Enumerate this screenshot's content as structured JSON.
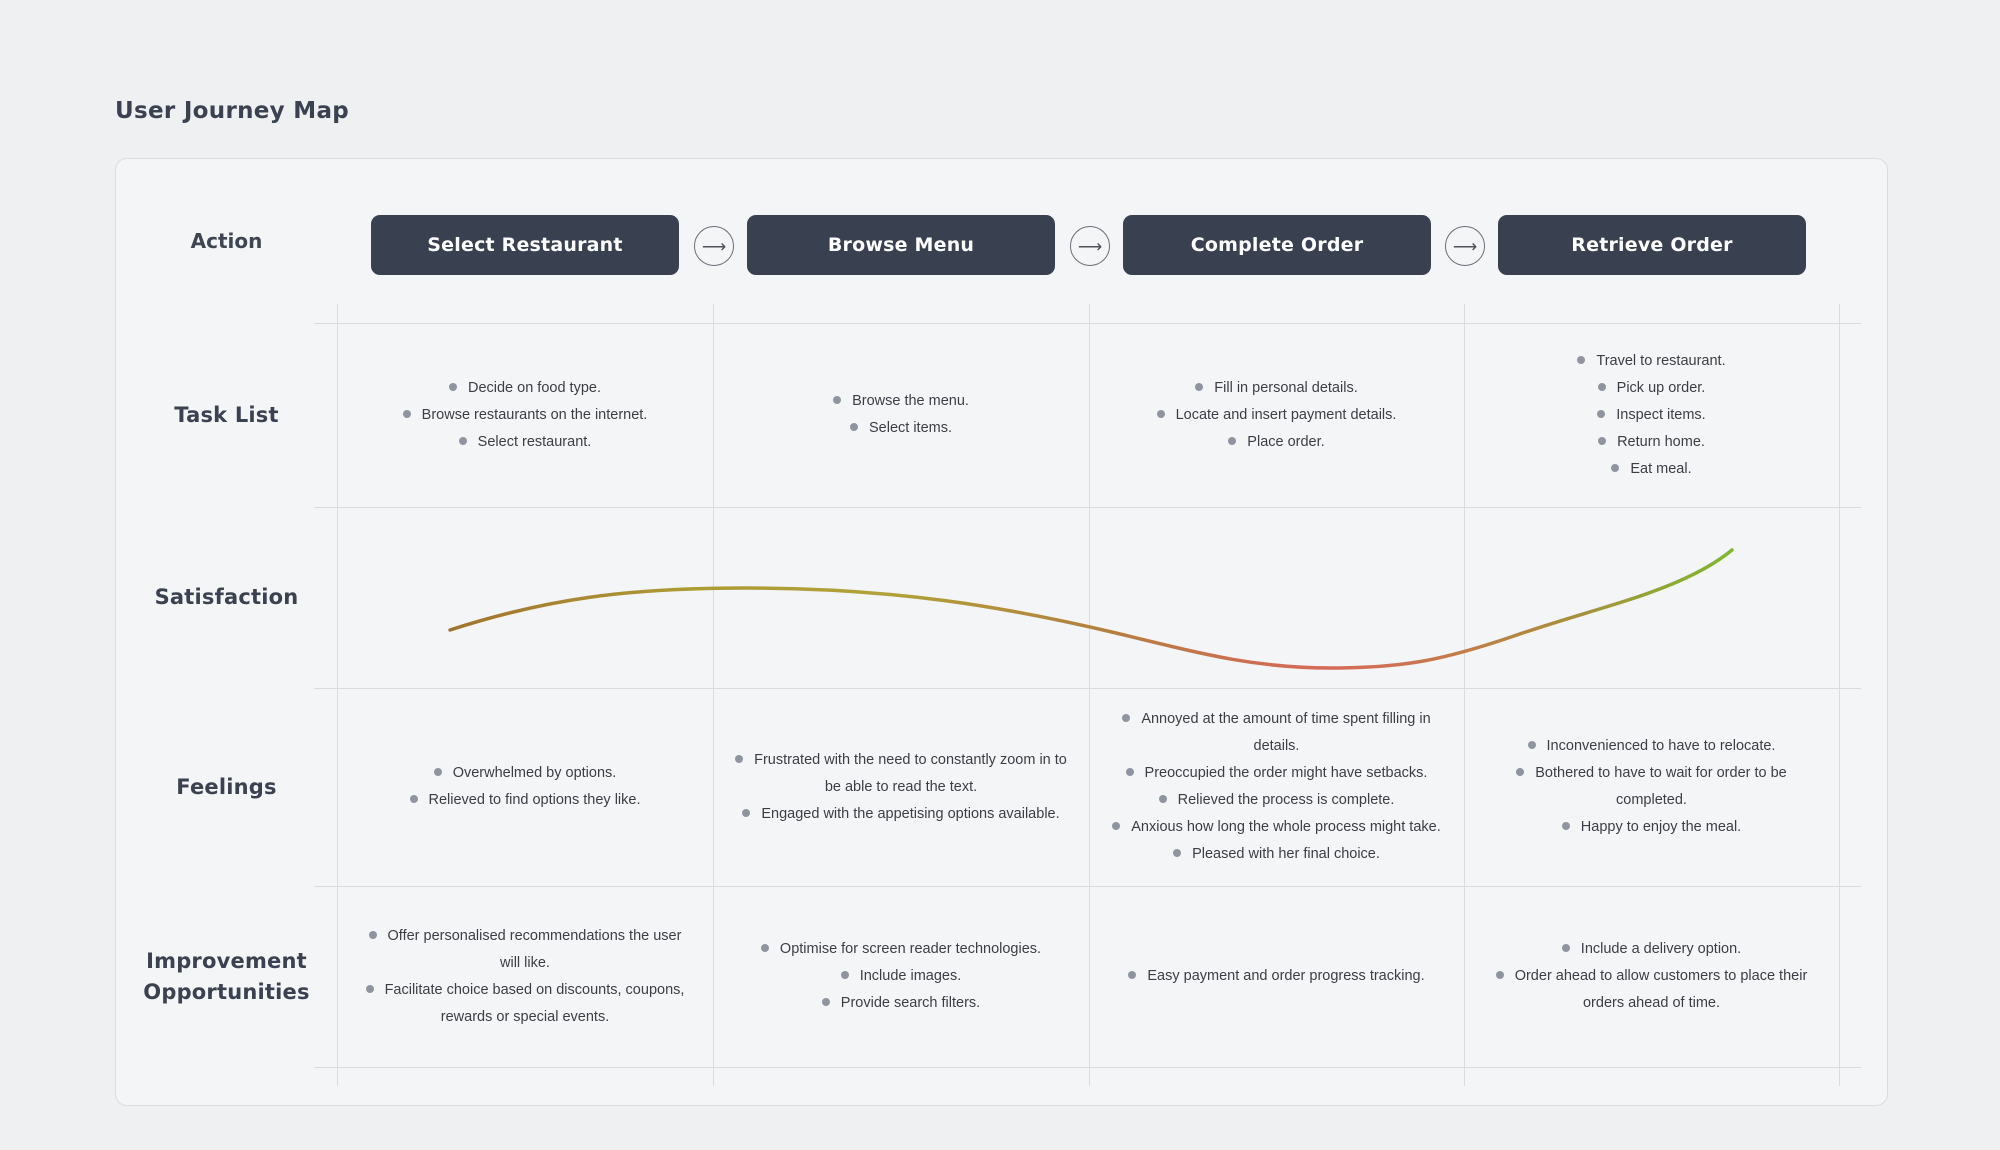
{
  "page": {
    "title": "User Journey Map"
  },
  "action_row": {
    "label": "Action",
    "arrow_glyph": "⟶",
    "stages": [
      {
        "label": "Select Restaurant"
      },
      {
        "label": "Browse Menu"
      },
      {
        "label": "Complete Order"
      },
      {
        "label": "Retrieve Order"
      }
    ]
  },
  "rows": [
    {
      "key": "task-list",
      "label": "Task List",
      "cells": [
        [
          "Decide on food type.",
          "Browse restaurants on the internet.",
          "Select restaurant."
        ],
        [
          "Browse the menu.",
          "Select items."
        ],
        [
          "Fill in personal details.",
          "Locate and insert payment details.",
          "Place order."
        ],
        [
          "Travel to restaurant.",
          "Pick up order.",
          "Inspect items.",
          "Return home.",
          "Eat meal."
        ]
      ]
    },
    {
      "key": "satisfaction",
      "label": "Satisfaction",
      "cells": [
        [],
        [],
        [],
        []
      ]
    },
    {
      "key": "feelings",
      "label": "Feelings",
      "cells": [
        [
          "Overwhelmed by options.",
          "Relieved to find options they like."
        ],
        [
          "Frustrated with the need to constantly zoom in to be able to read the text.",
          "Engaged with the appetising options available."
        ],
        [
          "Annoyed at the amount of time spent filling in details.",
          "Preoccupied the order might have setbacks.",
          "Relieved the process is complete.",
          "Anxious how long the whole process might take.",
          "Pleased with her final choice."
        ],
        [
          "Inconvenienced to have to relocate.",
          "Bothered to have to wait for order to be completed.",
          "Happy to enjoy the meal."
        ]
      ]
    },
    {
      "key": "improvement-opportunities",
      "label": "Improvement Opportunities",
      "cells": [
        [
          "Offer personalised recommendations the user will like.",
          "Facilitate choice based on discounts, coupons, rewards or special events."
        ],
        [
          "Optimise for screen reader technologies.",
          "Include images.",
          "Provide search filters."
        ],
        [
          "Easy payment and order progress tracking."
        ],
        [
          "Include a delivery option.",
          "Order ahead to allow customers to place their orders ahead of time."
        ]
      ]
    }
  ],
  "satisfaction_curve": {
    "type": "line",
    "stages": [
      "Select Restaurant",
      "Browse Menu",
      "Complete Order",
      "Retrieve Order"
    ],
    "relative_levels": [
      0.55,
      0.62,
      0.2,
      0.9
    ],
    "shape": "gentle rise to a broad peak over Browse Menu, dip to lowest point under Complete Order, steep rise through Retrieve Order",
    "gradient_stops": [
      {
        "offset": 0,
        "color": "#a1732e"
      },
      {
        "offset": 0.18,
        "color": "#ad9a35"
      },
      {
        "offset": 0.34,
        "color": "#b1a239"
      },
      {
        "offset": 0.5,
        "color": "#b2813e"
      },
      {
        "offset": 0.62,
        "color": "#cc6f50"
      },
      {
        "offset": 0.69,
        "color": "#d76a5b"
      },
      {
        "offset": 0.78,
        "color": "#c47a4a"
      },
      {
        "offset": 0.88,
        "color": "#a6913c"
      },
      {
        "offset": 1,
        "color": "#7eb92f"
      }
    ]
  },
  "colors": {
    "page_bg": "#eef0f2",
    "card_bg": "#f4f5f7",
    "card_border": "#dadce1",
    "stage_pill_bg": "#394050",
    "stage_pill_text": "#ffffff",
    "heading_text": "#3a4150",
    "body_text": "#3b3e45",
    "bullet_dot": "#8f95a0",
    "grid_line": "#d9dbde",
    "arrow": "#4d525b"
  }
}
